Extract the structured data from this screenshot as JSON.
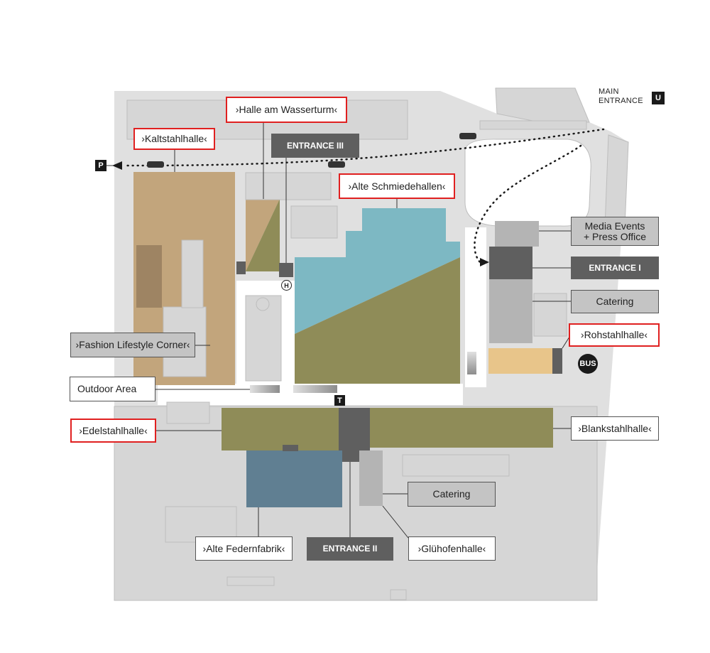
{
  "colors": {
    "ground": "#e0e0e0",
    "building_light": "#d6d6d6",
    "outline": "#bdbdbd",
    "tan": "#c2a57c",
    "tan_dark": "#9e8463",
    "olive": "#8f8c58",
    "teal": "#7db8c3",
    "slate": "#607f92",
    "dark_grey": "#5f5f5f",
    "mid_grey": "#b4b4b4",
    "yellow": "#e8c58a",
    "highlight": "#e02020"
  },
  "map": {
    "main_entrance": {
      "line1": "MAIN",
      "line2": "ENTRANCE"
    },
    "markers": {
      "subway": "U",
      "parking": "P",
      "helipad": "H",
      "tram": "T",
      "bus": "BUS"
    },
    "labels": {
      "halle_am_wasserturm": "›Halle am Wasserturm‹",
      "kaltstahlhalle": "›Kaltstahlhalle‹",
      "entrance_iii": "ENTRANCE III",
      "alte_schmiedehallen": "›Alte Schmiedehallen‹",
      "media_events_line1": "Media Events",
      "media_events_line2": "+ Press Office",
      "entrance_i": "ENTRANCE I",
      "catering_east": "Catering",
      "rohstahlhalle": "›Rohstahlhalle‹",
      "fashion_lifestyle_corner": "›Fashion Lifestyle Corner‹",
      "outdoor_area": "Outdoor Area",
      "edelstahlhalle": "›Edelstahlhalle‹",
      "blankstahlhalle": "›Blankstahlhalle‹",
      "catering_south": "Catering",
      "alte_federnfabrik": "›Alte Federnfabrik‹",
      "entrance_ii": "ENTRANCE II",
      "gluehofenhalle": "›Glühofenhalle‹"
    }
  }
}
